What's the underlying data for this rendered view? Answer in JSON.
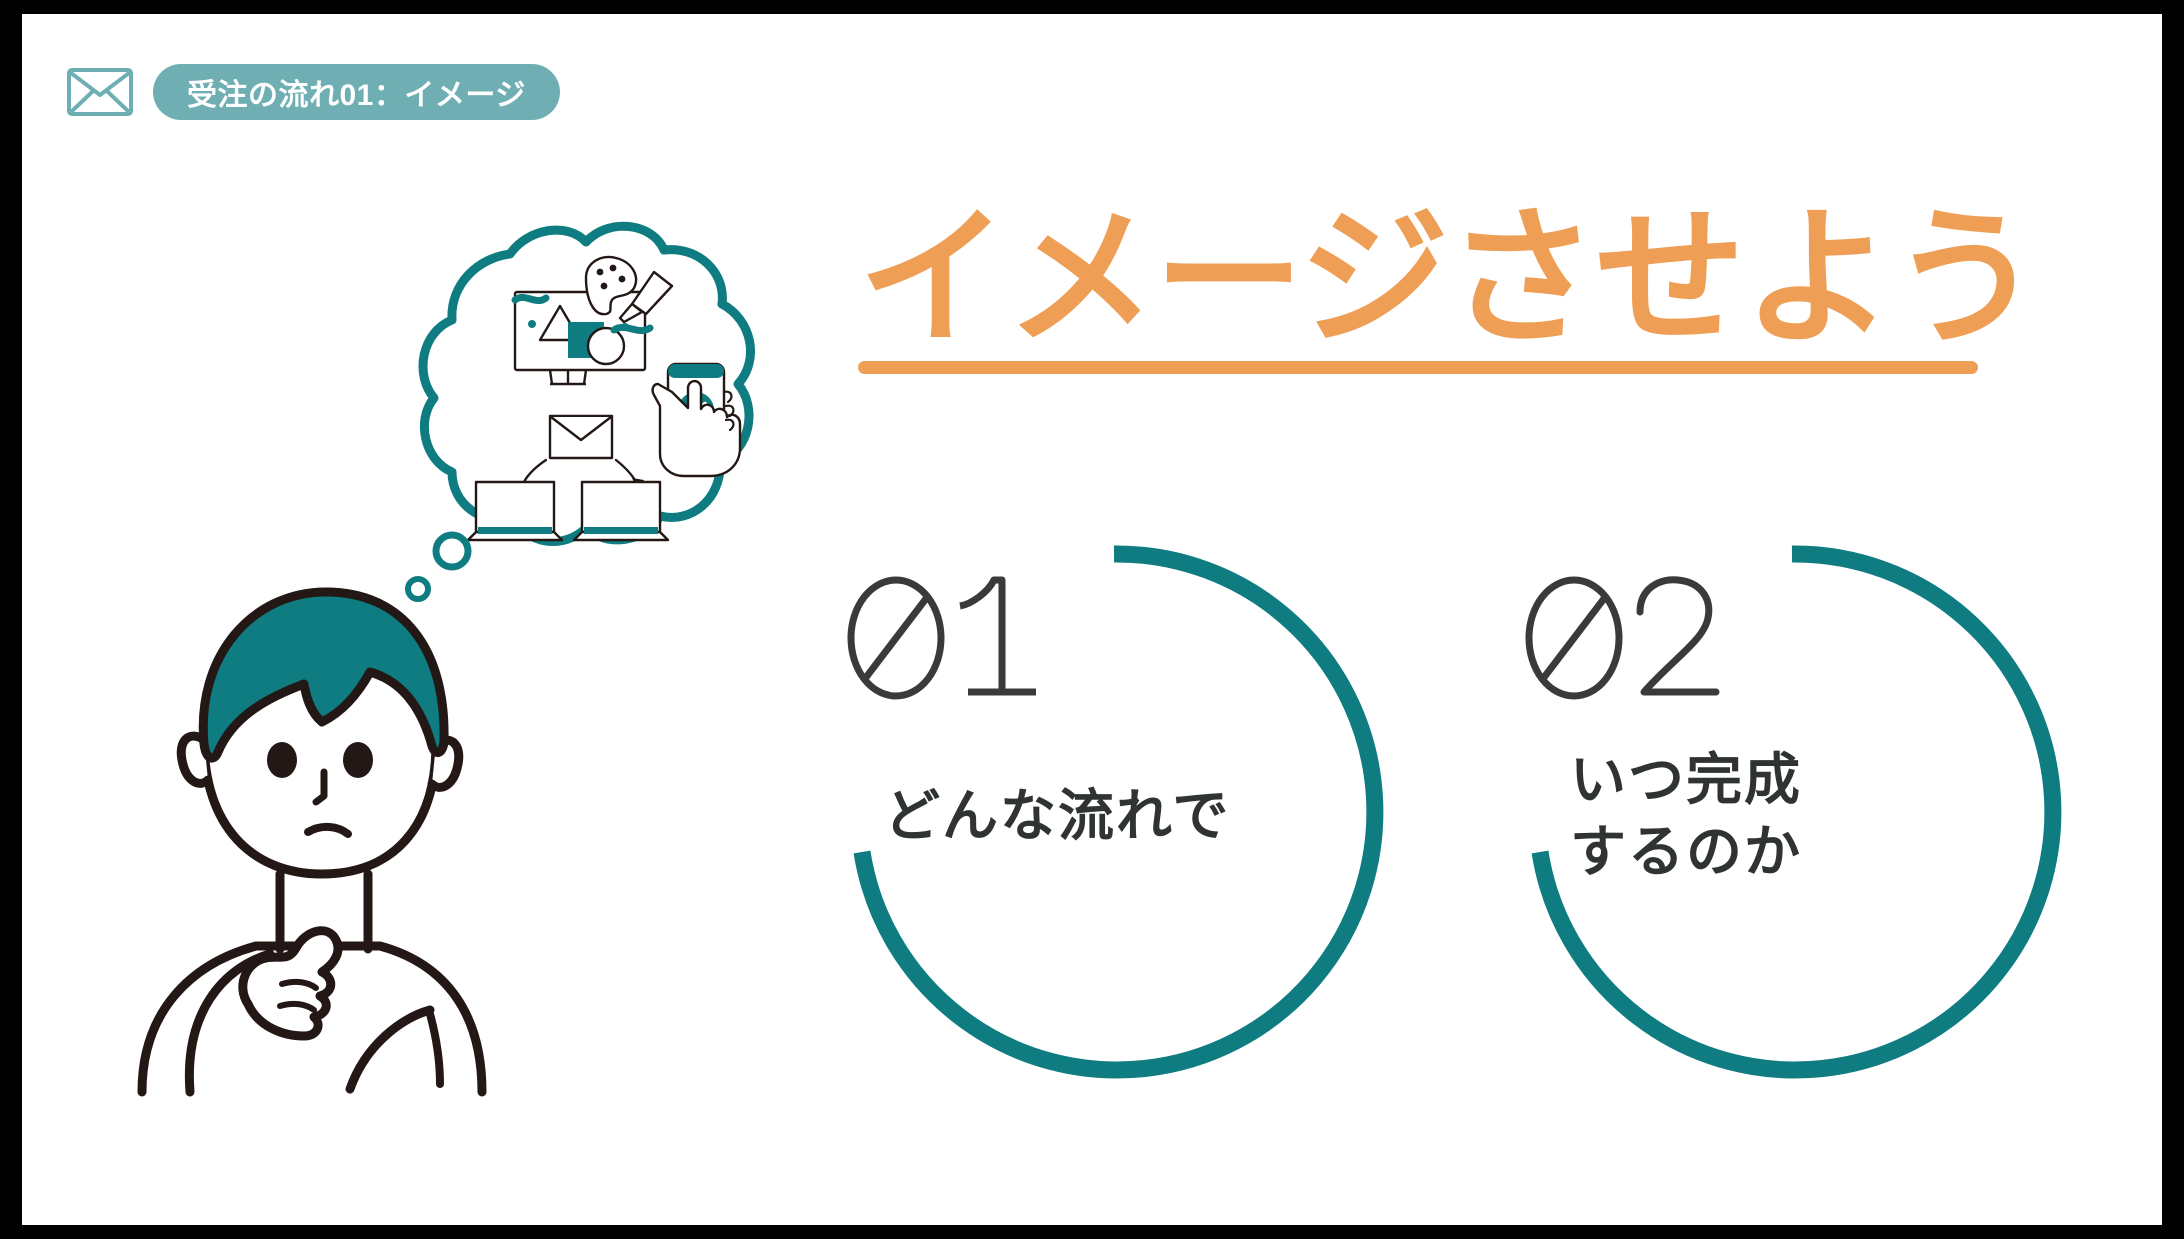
{
  "slide": {
    "background_color": "#ffffff",
    "frame_color": "#000000",
    "accent_teal": "#0E7C81",
    "accent_orange": "#EF9F55",
    "badge_teal": "#6FAFB4"
  },
  "header": {
    "icon": "mail-envelope-icon",
    "badge_label": "受注の流れ01：イメージ"
  },
  "title": {
    "text": "イメージさせよう",
    "color": "#EF9F55",
    "underline": true
  },
  "illustration": {
    "thought_bubble": {
      "name": "thought-bubble-illustration",
      "contents": [
        "design-monitor-icon",
        "paint-palette-icon",
        "paint-brush-icon",
        "envelope-icon",
        "laptop-icon",
        "laptop-icon",
        "smartphone-check-icon",
        "pointing-hand-icon"
      ]
    },
    "person": {
      "name": "thinking-person-illustration",
      "hair_color": "#0E7C81",
      "line_color": "#231815"
    }
  },
  "cards": [
    {
      "number": "01",
      "label": "どんな流れで",
      "arc_color": "#0E7C81"
    },
    {
      "number": "02",
      "label_line1": "いつ完成",
      "label_line2": "するのか",
      "arc_color": "#0E7C81"
    }
  ]
}
